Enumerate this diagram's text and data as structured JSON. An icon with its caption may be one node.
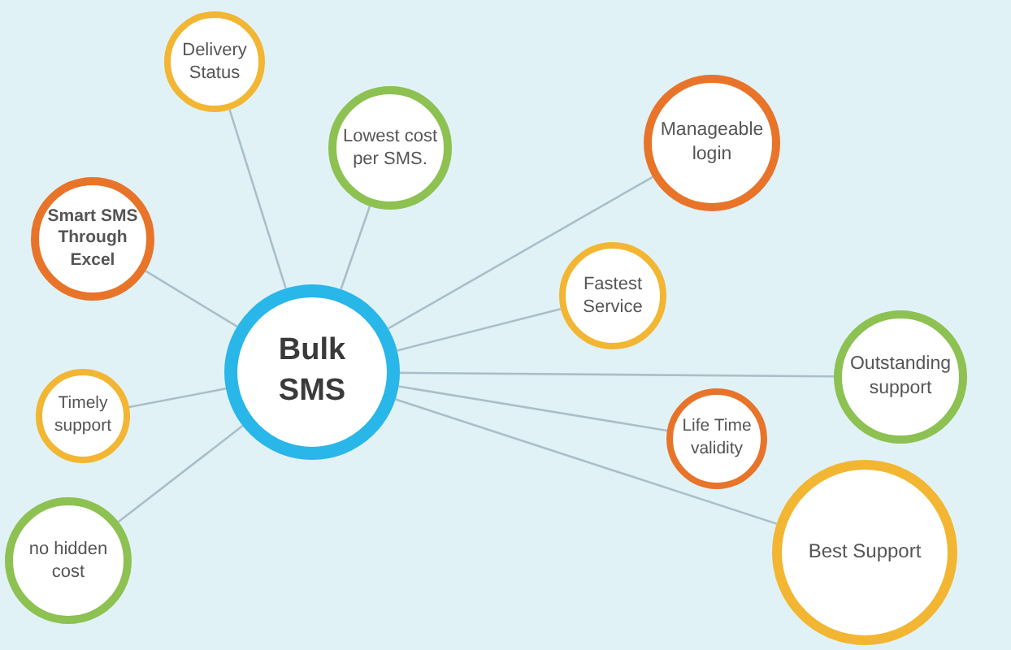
{
  "diagram": {
    "nodes": [
      {
        "text": [
          "Bulk SMS"
        ]
      },
      {
        "text": [
          "Delivery Status"
        ]
      },
      {
        "text": [
          "Manageable login"
        ]
      },
      {
        "text": [
          "Lowest cost per SMS."
        ]
      },
      {
        "text": [
          "Smart SMS Through Excel"
        ]
      },
      {
        "text": [
          "Fastest Service"
        ]
      },
      {
        "text": [
          "Outstanding support"
        ]
      },
      {
        "text": [
          "Timely support"
        ]
      },
      {
        "text": [
          "Life Time validity"
        ]
      },
      {
        "text": [
          "Best Support"
        ]
      },
      {
        "text": [
          "no hidden cost"
        ]
      }
    ],
    "edges": [
      {
        "from": 0,
        "to": 1,
        "arrow": "none"
      },
      {
        "from": 0,
        "to": 2,
        "arrow": "none"
      },
      {
        "from": 0,
        "to": 3,
        "arrow": "none"
      },
      {
        "from": 0,
        "to": 4,
        "arrow": "none"
      },
      {
        "from": 0,
        "to": 5,
        "arrow": "none"
      },
      {
        "from": 0,
        "to": 6,
        "arrow": "none"
      },
      {
        "from": 0,
        "to": 7,
        "arrow": "none"
      },
      {
        "from": 0,
        "to": 8,
        "arrow": "none"
      },
      {
        "from": 0,
        "to": 9,
        "arrow": "none"
      },
      {
        "from": 0,
        "to": 10,
        "arrow": "none"
      }
    ]
  }
}
